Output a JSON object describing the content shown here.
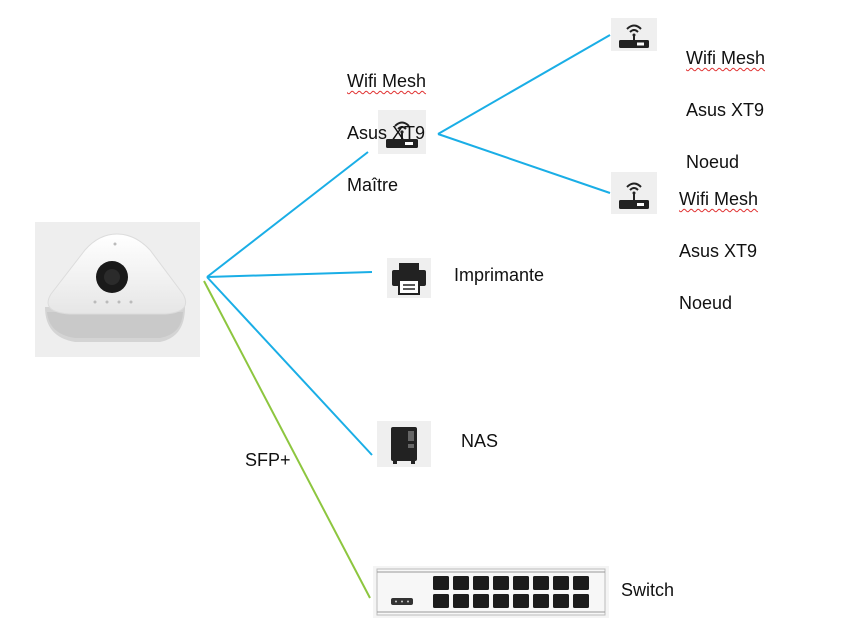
{
  "nodes": {
    "master": {
      "line1": "Wifi Mesh",
      "line2": "Asus XT9",
      "line3": "Maître"
    },
    "node_top": {
      "line1": "Wifi Mesh",
      "line2": "Asus XT9",
      "line3": "Noeud"
    },
    "node_mid": {
      "line1": "Wifi Mesh",
      "line2": "Asus XT9",
      "line3": "Noeud"
    },
    "printer": {
      "label": "Imprimante"
    },
    "nas": {
      "label": "NAS"
    },
    "switch": {
      "label": "Switch"
    }
  },
  "links": {
    "sfp_label": "SFP+"
  },
  "colors": {
    "ethernet": "#1aaee6",
    "fiber": "#8dc63f",
    "icon_bg": "#efefef"
  },
  "icons": {
    "gateway": "box-gateway-icon",
    "router": "wifi-router-icon",
    "printer": "printer-icon",
    "nas": "nas-icon",
    "switch": "network-switch-icon"
  }
}
